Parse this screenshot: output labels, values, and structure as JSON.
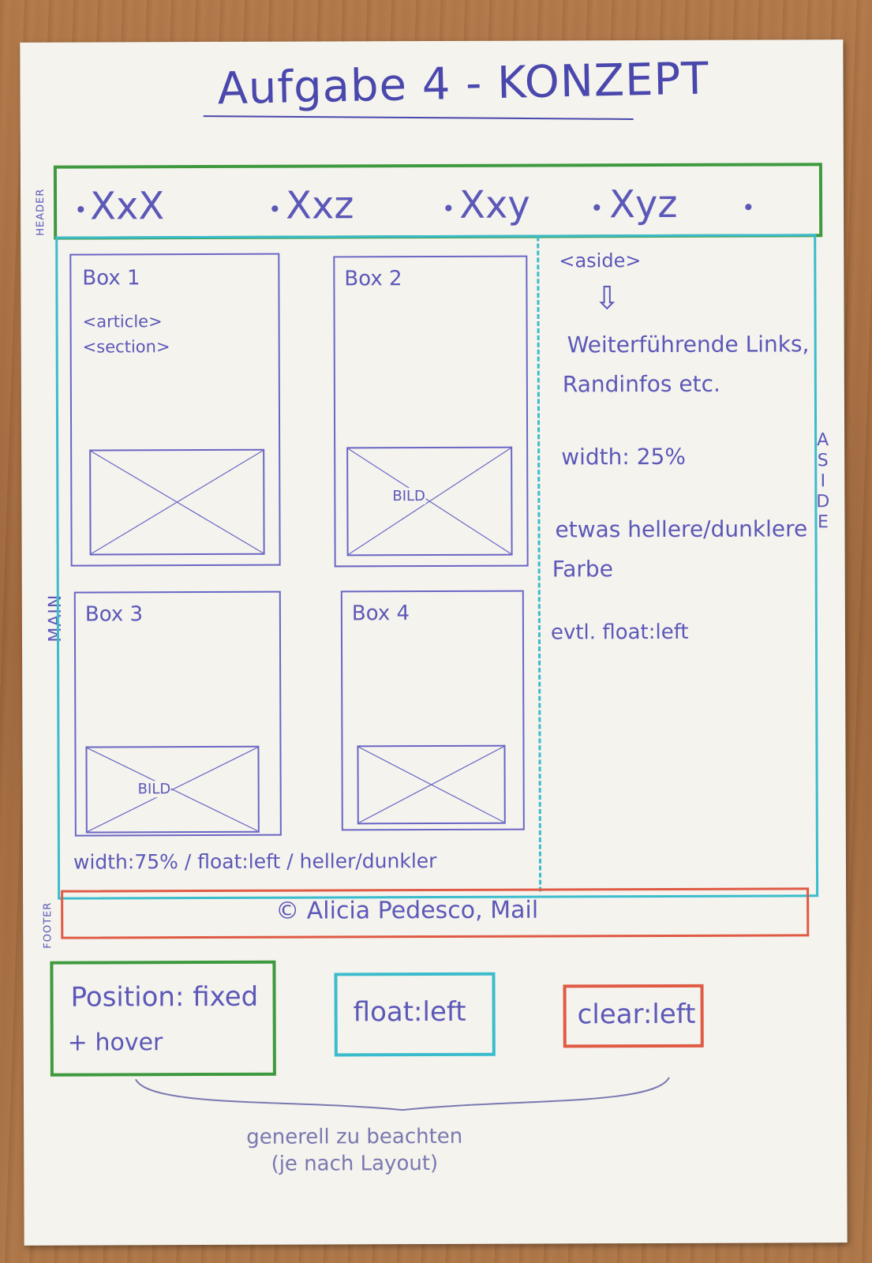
{
  "title": "Aufgabe 4 - KONZEPT",
  "labels": {
    "header": "HEADER",
    "main": "MAIN",
    "aside": "ASIDE",
    "footer": "FOOTER"
  },
  "nav": [
    "XxX",
    "Xxz",
    "Xxy",
    "Xyz"
  ],
  "boxes": [
    {
      "title": "Box 1",
      "lines": [
        "<article>",
        "<section>"
      ],
      "image_label": ""
    },
    {
      "title": "Box 2",
      "lines": [],
      "image_label": "BILD"
    },
    {
      "title": "Box 3",
      "lines": [],
      "image_label": "BILD"
    },
    {
      "title": "Box 4",
      "lines": [],
      "image_label": ""
    }
  ],
  "main_note": "width:75% / float:left / heller/dunkler",
  "aside": {
    "tag": "<aside>",
    "arrow": "⇩",
    "lines": [
      "Weiterführende Links,",
      "Randinfos etc.",
      "width: 25%",
      "etwas hellere/dunklere",
      "Farbe",
      "evtl. float:left"
    ]
  },
  "footer_text": "© Alicia Pedesco, Mail",
  "legend": {
    "green_line1": "Position: fixed",
    "green_line2": "+ hover",
    "cyan": "float:left",
    "red": "clear:left"
  },
  "general_note": [
    "generell zu beachten",
    "(je nach Layout)"
  ],
  "colors": {
    "header": "#3f9a3f",
    "main": "#3bbccc",
    "footer": "#e05a44",
    "ink": "#5c58b8"
  }
}
